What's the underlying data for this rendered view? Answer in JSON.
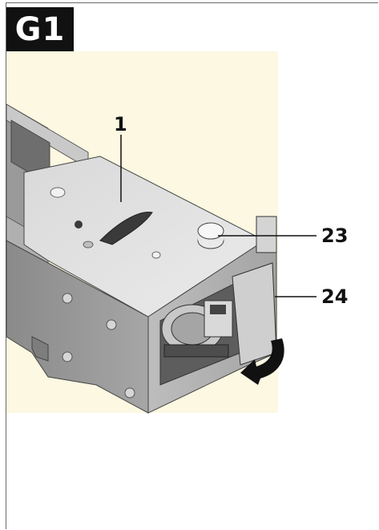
{
  "figure": {
    "label": "G1",
    "callouts": {
      "c1": "1",
      "c23": "23",
      "c24": "24"
    }
  },
  "colors": {
    "background": "#fcf8e2",
    "badge": "#111111",
    "metal_light": "#e4e4e4",
    "metal_mid": "#b8b8b8",
    "metal_dark": "#7a7a7a"
  },
  "icons": [
    "rotation-arrow-icon"
  ]
}
